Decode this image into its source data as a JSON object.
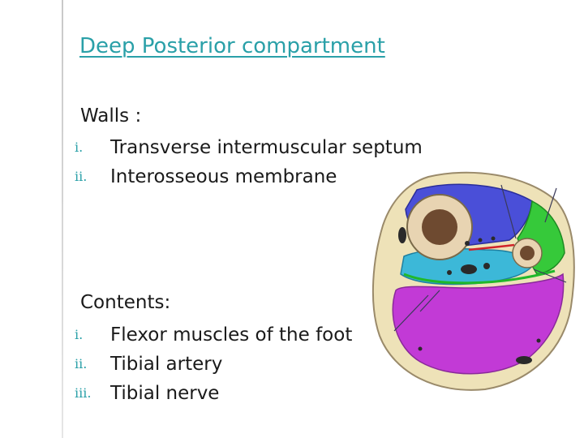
{
  "slide": {
    "title": "Deep Posterior compartment",
    "walls": {
      "heading": "Walls :",
      "items": [
        {
          "num": "i.",
          "text": "Transverse intermuscular septum"
        },
        {
          "num": "ii.",
          "text": "Interosseous membrane"
        }
      ]
    },
    "contents": {
      "heading": "Contents:",
      "items": [
        {
          "num": "i.",
          "text": "Flexor muscles of the foot"
        },
        {
          "num": "ii.",
          "text": "Tibial artery"
        },
        {
          "num": "iii.",
          "text": "Tibial nerve"
        }
      ]
    },
    "colors": {
      "accent": "#2aa0a8",
      "anterior": "#4a4fd8",
      "lateral": "#36c93a",
      "deep_posterior": "#3cb8d8",
      "superficial_posterior": "#c23ad6",
      "skin": "#eee2b8",
      "bone": "#e8d4b2"
    }
  }
}
